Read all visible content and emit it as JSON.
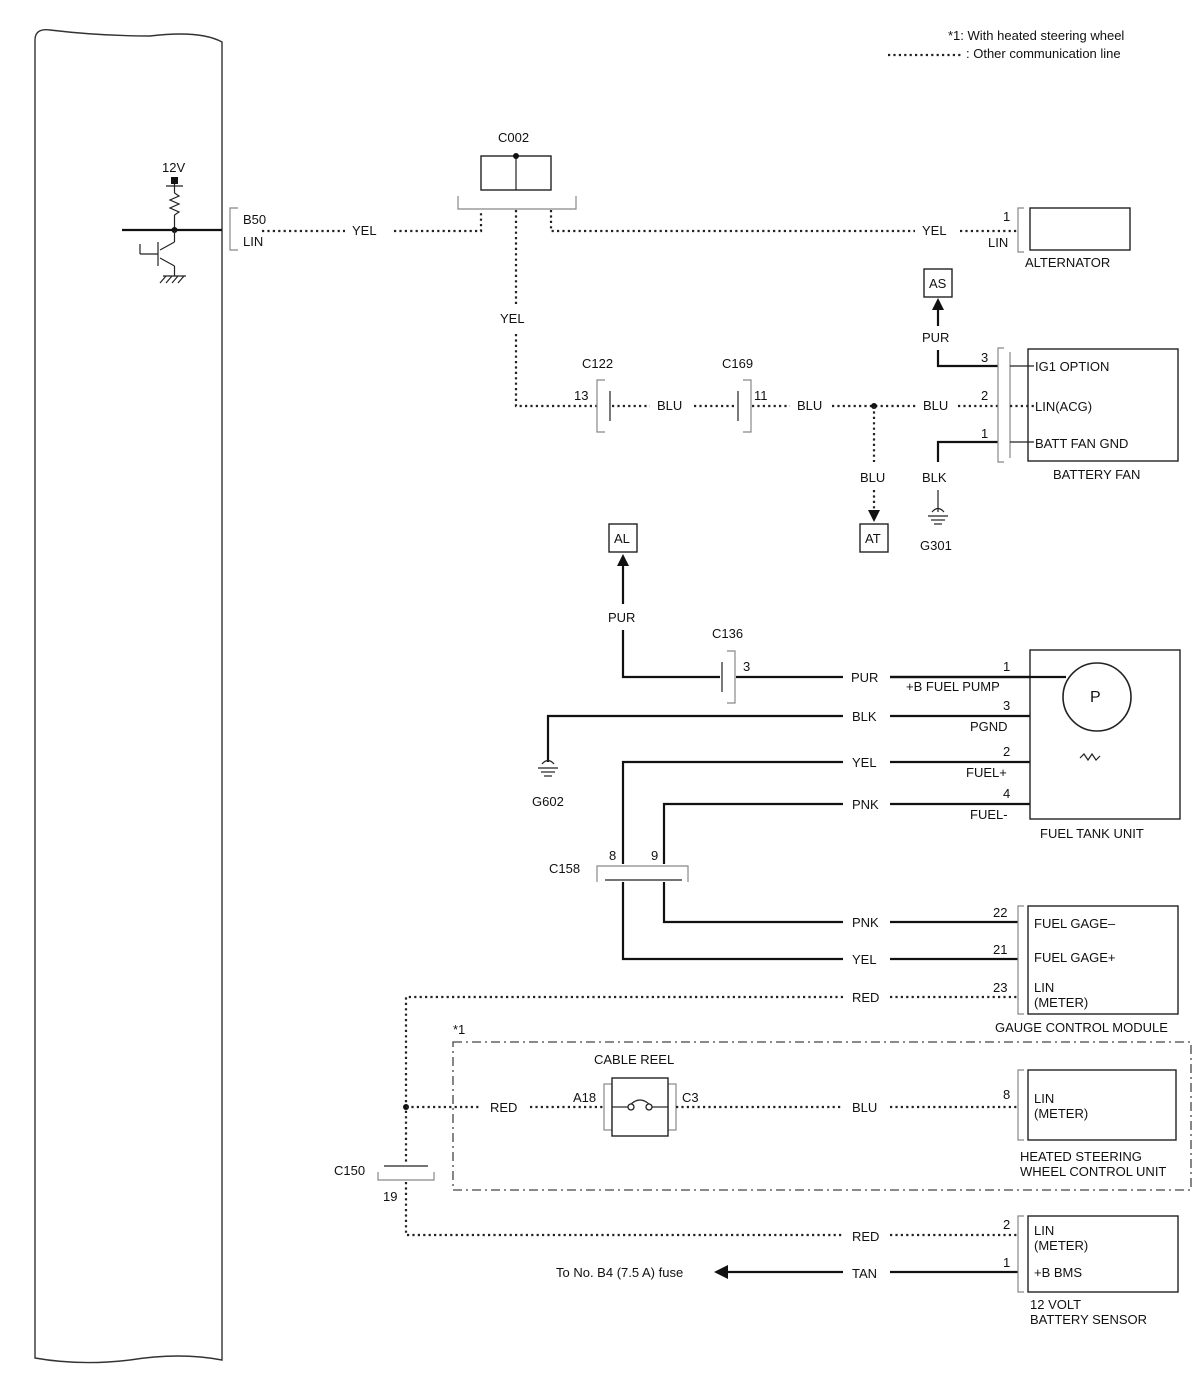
{
  "legend": {
    "note": "*1: With heated steering wheel",
    "line": ": Other communication line"
  },
  "ecu": {
    "supply": "12V",
    "connector": "B50",
    "pin": "LIN"
  },
  "connectors": {
    "c002": "C002",
    "c122": "C122",
    "c169": "C169",
    "c136": "C136",
    "c158": "C158",
    "c150": "C150",
    "cable_reel": "CABLE REEL",
    "a18": "A18",
    "c3": "C3",
    "pin13": "13",
    "pin11": "11",
    "pin3": "3",
    "pin8": "8",
    "pin9": "9",
    "pin19": "19"
  },
  "wires": {
    "yel_main": "YEL",
    "yel_alt": "YEL",
    "yel_down": "YEL",
    "blu_1": "BLU",
    "blu_2": "BLU",
    "blu_3": "BLU",
    "blu_down": "BLU",
    "pur_as": "PUR",
    "blk_g301": "BLK",
    "pur_al": "PUR",
    "pur_pump": "PUR",
    "blk_pump": "BLK",
    "yel_fuel": "YEL",
    "pnk_fuel": "PNK",
    "pnk_gauge": "PNK",
    "yel_gauge": "YEL",
    "red_gauge": "RED",
    "red_reel": "RED",
    "blu_steer": "BLU",
    "red_bms": "RED",
    "tan_bms": "TAN",
    "fuse_note": "To No. B4 (7.5 A) fuse"
  },
  "terminals": {
    "as": "AS",
    "at": "AT",
    "al": "AL"
  },
  "grounds": {
    "g301": "G301",
    "g602": "G602"
  },
  "annotation": "*1",
  "components": {
    "alternator": {
      "name": "ALTERNATOR",
      "pin_no": "1",
      "pin_name": "LIN"
    },
    "battery_fan": {
      "name": "BATTERY FAN",
      "pins": [
        {
          "no": "3",
          "label": "IG1 OPTION"
        },
        {
          "no": "2",
          "label": "LIN(ACG)"
        },
        {
          "no": "1",
          "label": "BATT FAN GND"
        }
      ]
    },
    "fuel_tank_unit": {
      "name": "FUEL TANK UNIT",
      "pump_symbol": "P",
      "pins": [
        {
          "no": "1",
          "label": "+B FUEL PUMP"
        },
        {
          "no": "3",
          "label": "PGND"
        },
        {
          "no": "2",
          "label": "FUEL+"
        },
        {
          "no": "4",
          "label": "FUEL-"
        }
      ]
    },
    "gauge_control_module": {
      "name": "GAUGE CONTROL MODULE",
      "pins": [
        {
          "no": "22",
          "label": "FUEL GAGE–"
        },
        {
          "no": "21",
          "label": "FUEL GAGE+"
        },
        {
          "no": "23",
          "label": "LIN",
          "label2": "(METER)"
        }
      ]
    },
    "heated_steering": {
      "name1": "HEATED STEERING",
      "name2": "WHEEL CONTROL UNIT",
      "pin_no": "8",
      "label1": "LIN",
      "label2": "(METER)"
    },
    "battery_sensor": {
      "name1": "12 VOLT",
      "name2": "BATTERY SENSOR",
      "pins": [
        {
          "no": "2",
          "label": "LIN",
          "label2": "(METER)"
        },
        {
          "no": "1",
          "label": "+B BMS"
        }
      ]
    }
  }
}
